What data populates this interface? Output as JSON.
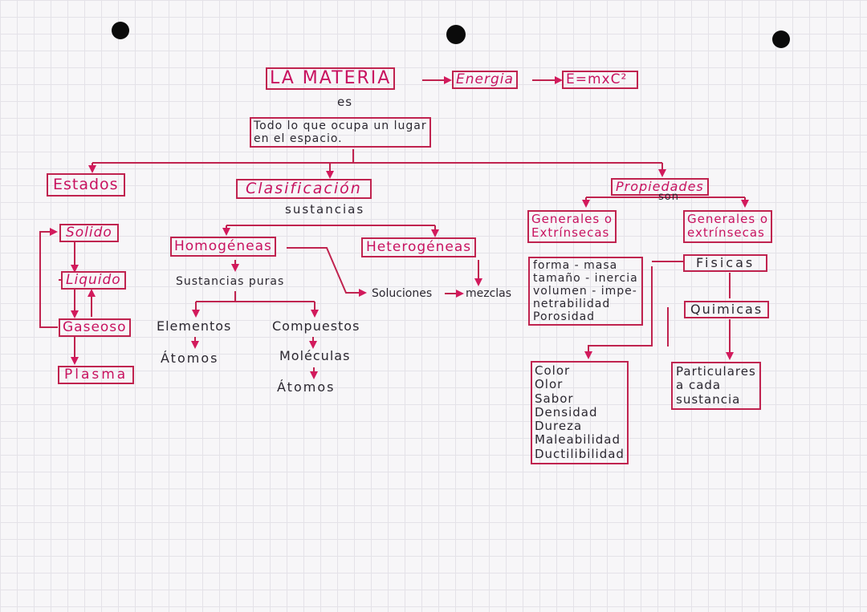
{
  "colors": {
    "ink_pink": "#c8125f",
    "line_red": "#c0234f",
    "ink_dark": "#2b2730"
  },
  "root": "LA MATERIA",
  "energia": "Energia",
  "formula": "E=mxC²",
  "es": "es",
  "definition": "Todo lo que ocupa un lugar\nen el espacio.",
  "estados": {
    "title": "Estados",
    "items": [
      "Solido",
      "Liquido",
      "Gaseoso",
      "Plasma"
    ]
  },
  "clasificacion": {
    "title": "Clasificación",
    "sustancias": "sustancias",
    "homogeneas": "Homogéneas",
    "heterogeneas": "Heterogéneas",
    "sustancias_puras": "Sustancias puras",
    "soluciones": "Soluciones",
    "mezclas": "mezclas",
    "elementos": "Elementos",
    "atomos_1": "Átomos",
    "compuestos": "Compuestos",
    "moleculas": "Moléculas",
    "atomos_2": "Átomos"
  },
  "propiedades": {
    "title": "Propiedades",
    "son": "son",
    "generales_left": "Generales o\nExtrínsecas",
    "generales_right": "Generales o\nextrínsecas",
    "extrinsic_list": "forma - masa\ntamaño - inercia\nvolumen - impe-\nnetrabilidad\nPorosidad",
    "fisicas": "Fisicas",
    "quimicas": "Quimicas",
    "physical_list": "Color\nOlor\nSabor\nDensidad\nDureza\nMaleabilidad\nDuctilibilidad",
    "particulares": "Particulares\na cada\nsustancia"
  }
}
